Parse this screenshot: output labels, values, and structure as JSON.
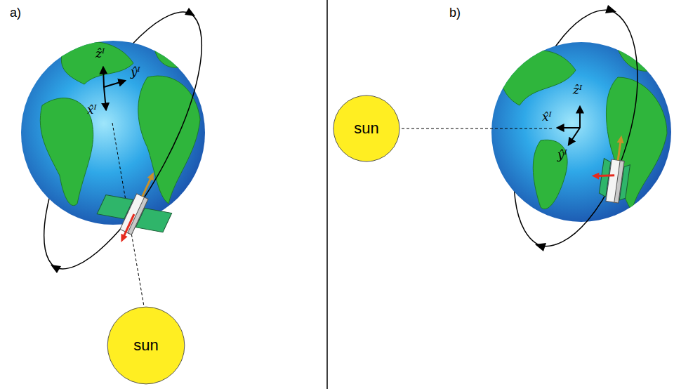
{
  "diagram": {
    "nodes": [
      {
        "text": [
          "sun"
        ]
      },
      {
        "text": [
          "sun"
        ]
      }
    ],
    "labels": [
      "a)",
      "ẑᴵ",
      "ŷᴵ",
      "x̂ᴵ",
      "b)",
      "ẑᴵ",
      "x̂ᴵ",
      "ŷᴵ"
    ]
  }
}
